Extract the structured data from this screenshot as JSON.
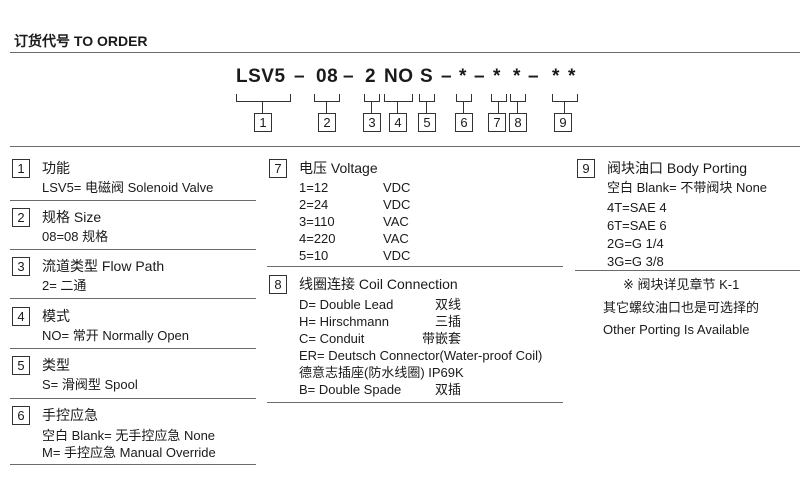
{
  "heading": "订货代号 TO ORDER",
  "code": {
    "parts": [
      "LSV5",
      "–",
      "08",
      "–",
      "2",
      "NO",
      "S",
      "–",
      "*",
      "–",
      "*",
      "*",
      "–",
      "*",
      "*"
    ],
    "boxes": [
      "1",
      "2",
      "3",
      "4",
      "5",
      "6",
      "7",
      "8",
      "9"
    ]
  },
  "sections": {
    "s1": {
      "num": "1",
      "title": "功能",
      "lines": [
        "LSV5= 电磁阀 Solenoid Valve"
      ]
    },
    "s2": {
      "num": "2",
      "title": "规格 Size",
      "lines": [
        "08=08 规格"
      ]
    },
    "s3": {
      "num": "3",
      "title": "流道类型 Flow Path",
      "lines": [
        "2= 二通"
      ]
    },
    "s4": {
      "num": "4",
      "title": "模式",
      "lines": [
        "NO= 常开 Normally Open"
      ]
    },
    "s5": {
      "num": "5",
      "title": "类型",
      "lines": [
        "S= 滑阀型 Spool"
      ]
    },
    "s6": {
      "num": "6",
      "title": "手控应急",
      "lines": [
        "空白 Blank= 无手控应急 None",
        "M= 手控应急 Manual Override"
      ]
    },
    "s7": {
      "num": "7",
      "title": "电压 Voltage",
      "rows": [
        {
          "code": "1=12",
          "unit": "VDC"
        },
        {
          "code": "2=24",
          "unit": "VDC"
        },
        {
          "code": "3=110",
          "unit": "VAC"
        },
        {
          "code": "4=220",
          "unit": "VAC"
        },
        {
          "code": "5=10",
          "unit": "VDC"
        }
      ]
    },
    "s8": {
      "num": "8",
      "title": "线圈连接 Coil Connection",
      "rows": [
        {
          "text": "D= Double Lead",
          "cn": "双线"
        },
        {
          "text": "H= Hirschmann",
          "cn": "三插"
        },
        {
          "text": "C= Conduit",
          "cn": "带嵌套"
        },
        {
          "text": "ER= Deutsch Connector(Water-proof Coil)",
          "cn": ""
        },
        {
          "text": "德意志插座(防水线圈)  IP69K",
          "cn": ""
        },
        {
          "text": "B= Double Spade",
          "cn": "双插"
        }
      ]
    },
    "s9": {
      "num": "9",
      "title": "阀块油口 Body Porting",
      "lines": [
        "空白 Blank= 不带阀块 None",
        "4T=SAE 4",
        "6T=SAE 6",
        "2G=G 1/4",
        "3G=G 3/8"
      ],
      "notes": [
        "※ 阀块详见章节 K-1",
        "其它螺纹油口也是可选择的",
        "Other Porting Is Available"
      ]
    }
  }
}
